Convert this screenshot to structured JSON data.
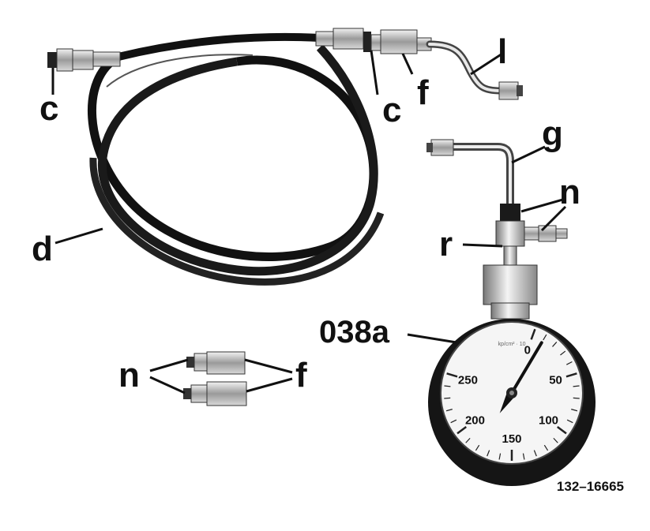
{
  "callouts": {
    "c_left": "c",
    "c_right": "c",
    "f_top": "f",
    "l": "l",
    "g": "g",
    "n_valve": "n",
    "r": "r",
    "d": "d",
    "gauge": "038a",
    "n_adapters": "n",
    "f_adapters": "f"
  },
  "gauge_dial": {
    "ticks": [
      "0",
      "50",
      "100",
      "150",
      "200",
      "250"
    ],
    "needle_value": 10,
    "max_value": 300,
    "fine_print": "kp/cm² · 10"
  },
  "figure_code": "132–16665"
}
